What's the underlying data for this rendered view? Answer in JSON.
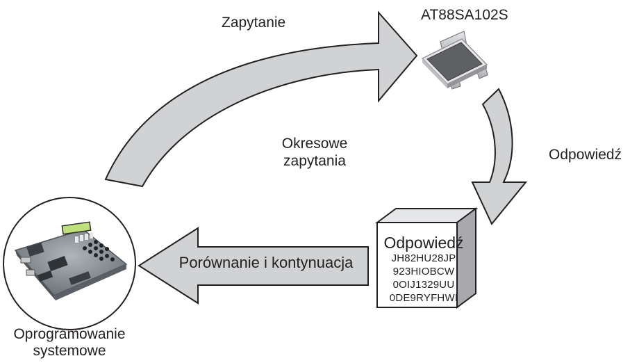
{
  "diagram": {
    "chip_label": "AT88SA102S",
    "top_arrow_label": "Zapytanie",
    "right_arrow_label": "Odpowiedź",
    "center_label": [
      "Okresowe",
      "zapytania"
    ],
    "bottom_arrow_label": "Porównanie i kontynuacja",
    "response_box": {
      "title": "Odpowiedź",
      "codes": [
        "JH82HU28JP",
        "923HIOBCW",
        "0OIJ1329UU",
        "0DE9RYFHWI"
      ]
    },
    "system_label": [
      "Oprogramowanie",
      "systemowe"
    ],
    "colors": {
      "arrow_fill": "#d1d2d3",
      "outline": "#231f20",
      "chip_body": "#5e6062",
      "box_side": "#a7a9ac"
    }
  }
}
